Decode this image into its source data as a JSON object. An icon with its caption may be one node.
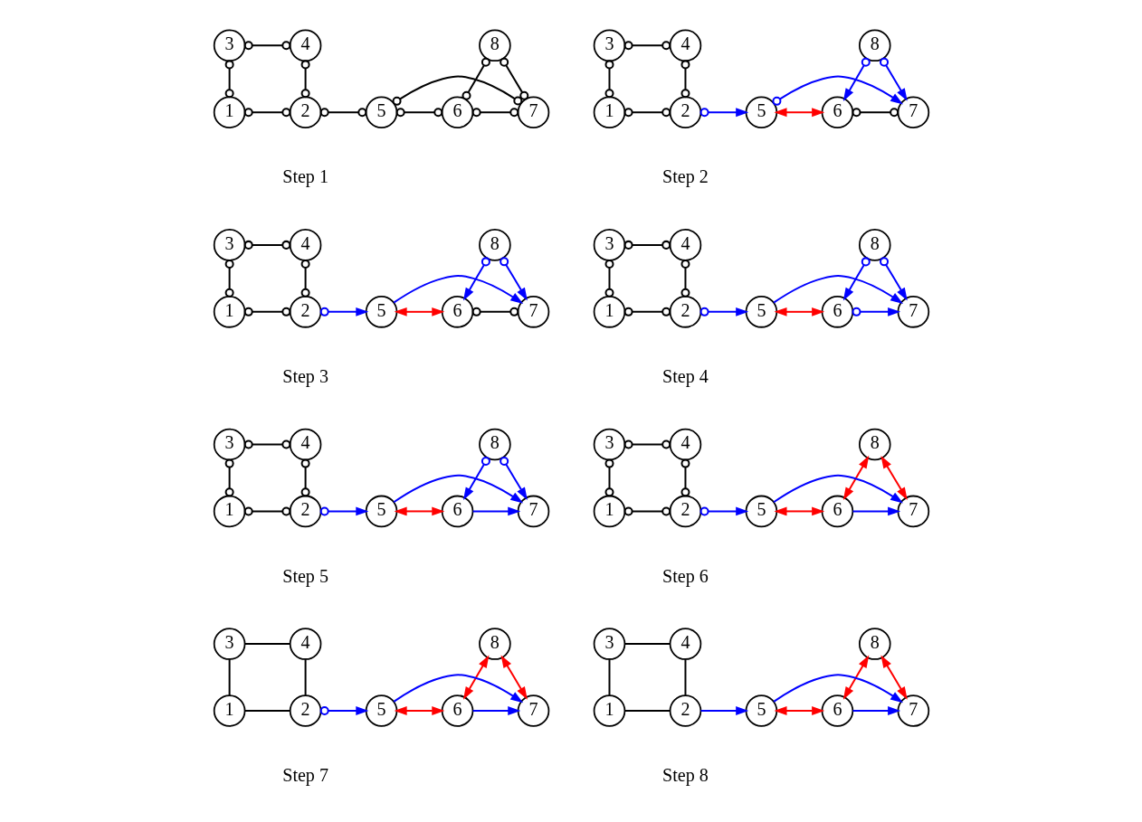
{
  "diagram": {
    "nodes": [
      {
        "text": [
          "3"
        ]
      },
      {
        "text": [
          "4"
        ]
      },
      {
        "text": [
          "8"
        ]
      },
      {
        "text": [
          "1"
        ]
      },
      {
        "text": [
          "2"
        ]
      },
      {
        "text": [
          "5"
        ]
      },
      {
        "text": [
          "6"
        ]
      },
      {
        "text": [
          "7"
        ]
      },
      {
        "text": [
          "3"
        ]
      },
      {
        "text": [
          "4"
        ]
      },
      {
        "text": [
          "8"
        ]
      },
      {
        "text": [
          "1"
        ]
      },
      {
        "text": [
          "2"
        ]
      },
      {
        "text": [
          "5"
        ]
      },
      {
        "text": [
          "6"
        ]
      },
      {
        "text": [
          "7"
        ]
      },
      {
        "text": [
          "3"
        ]
      },
      {
        "text": [
          "4"
        ]
      },
      {
        "text": [
          "8"
        ]
      },
      {
        "text": [
          "1"
        ]
      },
      {
        "text": [
          "2"
        ]
      },
      {
        "text": [
          "5"
        ]
      },
      {
        "text": [
          "6"
        ]
      },
      {
        "text": [
          "7"
        ]
      },
      {
        "text": [
          "3"
        ]
      },
      {
        "text": [
          "4"
        ]
      },
      {
        "text": [
          "8"
        ]
      },
      {
        "text": [
          "1"
        ]
      },
      {
        "text": [
          "2"
        ]
      },
      {
        "text": [
          "5"
        ]
      },
      {
        "text": [
          "6"
        ]
      },
      {
        "text": [
          "7"
        ]
      },
      {
        "text": [
          "3"
        ]
      },
      {
        "text": [
          "4"
        ]
      },
      {
        "text": [
          "8"
        ]
      },
      {
        "text": [
          "1"
        ]
      },
      {
        "text": [
          "2"
        ]
      },
      {
        "text": [
          "5"
        ]
      },
      {
        "text": [
          "6"
        ]
      },
      {
        "text": [
          "7"
        ]
      },
      {
        "text": [
          "3"
        ]
      },
      {
        "text": [
          "4"
        ]
      },
      {
        "text": [
          "8"
        ]
      },
      {
        "text": [
          "1"
        ]
      },
      {
        "text": [
          "2"
        ]
      },
      {
        "text": [
          "5"
        ]
      },
      {
        "text": [
          "6"
        ]
      },
      {
        "text": [
          "7"
        ]
      },
      {
        "text": [
          "3"
        ]
      },
      {
        "text": [
          "4"
        ]
      },
      {
        "text": [
          "8"
        ]
      },
      {
        "text": [
          "1"
        ]
      },
      {
        "text": [
          "2"
        ]
      },
      {
        "text": [
          "5"
        ]
      },
      {
        "text": [
          "6"
        ]
      },
      {
        "text": [
          "7"
        ]
      },
      {
        "text": [
          "3"
        ]
      },
      {
        "text": [
          "4"
        ]
      },
      {
        "text": [
          "8"
        ]
      },
      {
        "text": [
          "1"
        ]
      },
      {
        "text": [
          "2"
        ]
      },
      {
        "text": [
          "5"
        ]
      },
      {
        "text": [
          "6"
        ]
      },
      {
        "text": [
          "7"
        ]
      }
    ],
    "edges": [
      {
        "from": 0,
        "to": 1,
        "arrow": "other"
      },
      {
        "from": 0,
        "to": 3,
        "arrow": "other"
      },
      {
        "from": 1,
        "to": 4,
        "arrow": "other"
      },
      {
        "from": 3,
        "to": 4,
        "arrow": "other"
      },
      {
        "from": 4,
        "to": 5,
        "arrow": "other"
      },
      {
        "from": 5,
        "to": 6,
        "arrow": "other"
      },
      {
        "from": 6,
        "to": 7,
        "arrow": "other"
      },
      {
        "from": 5,
        "to": 7,
        "arrow": "other"
      },
      {
        "from": 2,
        "to": 6,
        "arrow": "other"
      },
      {
        "from": 2,
        "to": 7,
        "arrow": "other"
      },
      {
        "from": 8,
        "to": 9,
        "arrow": "other"
      },
      {
        "from": 8,
        "to": 11,
        "arrow": "other"
      },
      {
        "from": 9,
        "to": 12,
        "arrow": "other"
      },
      {
        "from": 11,
        "to": 12,
        "arrow": "other"
      },
      {
        "from": 12,
        "to": 13,
        "arrow": "to",
        "color": "#0000ff"
      },
      {
        "from": 13,
        "to": 14,
        "arrow": "both",
        "color": "#ff0000"
      },
      {
        "from": 14,
        "to": 15,
        "arrow": "other"
      },
      {
        "from": 13,
        "to": 15,
        "arrow": "to",
        "color": "#0000ff"
      },
      {
        "from": 10,
        "to": 14,
        "arrow": "to",
        "color": "#0000ff"
      },
      {
        "from": 10,
        "to": 15,
        "arrow": "to",
        "color": "#0000ff"
      },
      {
        "from": 16,
        "to": 17,
        "arrow": "other"
      },
      {
        "from": 16,
        "to": 19,
        "arrow": "other"
      },
      {
        "from": 17,
        "to": 20,
        "arrow": "other"
      },
      {
        "from": 19,
        "to": 20,
        "arrow": "other"
      },
      {
        "from": 20,
        "to": 21,
        "arrow": "to",
        "color": "#0000ff"
      },
      {
        "from": 21,
        "to": 22,
        "arrow": "both",
        "color": "#ff0000"
      },
      {
        "from": 22,
        "to": 23,
        "arrow": "other"
      },
      {
        "from": 21,
        "to": 23,
        "arrow": "to",
        "color": "#0000ff"
      },
      {
        "from": 18,
        "to": 22,
        "arrow": "to",
        "color": "#0000ff"
      },
      {
        "from": 18,
        "to": 23,
        "arrow": "to",
        "color": "#0000ff"
      },
      {
        "from": 24,
        "to": 25,
        "arrow": "other"
      },
      {
        "from": 24,
        "to": 27,
        "arrow": "other"
      },
      {
        "from": 25,
        "to": 28,
        "arrow": "other"
      },
      {
        "from": 27,
        "to": 28,
        "arrow": "other"
      },
      {
        "from": 28,
        "to": 29,
        "arrow": "to",
        "color": "#0000ff"
      },
      {
        "from": 29,
        "to": 30,
        "arrow": "both",
        "color": "#ff0000"
      },
      {
        "from": 30,
        "to": 31,
        "arrow": "to",
        "color": "#0000ff"
      },
      {
        "from": 29,
        "to": 31,
        "arrow": "to",
        "color": "#0000ff"
      },
      {
        "from": 26,
        "to": 30,
        "arrow": "to",
        "color": "#0000ff"
      },
      {
        "from": 26,
        "to": 31,
        "arrow": "to",
        "color": "#0000ff"
      },
      {
        "from": 32,
        "to": 33,
        "arrow": "other"
      },
      {
        "from": 32,
        "to": 35,
        "arrow": "other"
      },
      {
        "from": 33,
        "to": 36,
        "arrow": "other"
      },
      {
        "from": 35,
        "to": 36,
        "arrow": "other"
      },
      {
        "from": 36,
        "to": 37,
        "arrow": "to",
        "color": "#0000ff"
      },
      {
        "from": 37,
        "to": 38,
        "arrow": "both",
        "color": "#ff0000"
      },
      {
        "from": 38,
        "to": 39,
        "arrow": "to",
        "color": "#0000ff"
      },
      {
        "from": 37,
        "to": 39,
        "arrow": "to",
        "color": "#0000ff"
      },
      {
        "from": 34,
        "to": 38,
        "arrow": "to",
        "color": "#0000ff"
      },
      {
        "from": 34,
        "to": 39,
        "arrow": "to",
        "color": "#0000ff"
      },
      {
        "from": 40,
        "to": 41,
        "arrow": "other"
      },
      {
        "from": 40,
        "to": 43,
        "arrow": "other"
      },
      {
        "from": 41,
        "to": 44,
        "arrow": "other"
      },
      {
        "from": 43,
        "to": 44,
        "arrow": "other"
      },
      {
        "from": 44,
        "to": 45,
        "arrow": "to",
        "color": "#0000ff"
      },
      {
        "from": 45,
        "to": 46,
        "arrow": "both",
        "color": "#ff0000"
      },
      {
        "from": 46,
        "to": 47,
        "arrow": "to",
        "color": "#0000ff"
      },
      {
        "from": 45,
        "to": 47,
        "arrow": "to",
        "color": "#0000ff"
      },
      {
        "from": 42,
        "to": 46,
        "arrow": "both",
        "color": "#ff0000"
      },
      {
        "from": 42,
        "to": 47,
        "arrow": "both",
        "color": "#ff0000"
      },
      {
        "from": 48,
        "to": 49,
        "arrow": "none"
      },
      {
        "from": 48,
        "to": 51,
        "arrow": "none"
      },
      {
        "from": 49,
        "to": 52,
        "arrow": "none"
      },
      {
        "from": 51,
        "to": 52,
        "arrow": "none"
      },
      {
        "from": 52,
        "to": 53,
        "arrow": "to",
        "color": "#0000ff"
      },
      {
        "from": 53,
        "to": 54,
        "arrow": "both",
        "color": "#ff0000"
      },
      {
        "from": 54,
        "to": 55,
        "arrow": "to",
        "color": "#0000ff"
      },
      {
        "from": 53,
        "to": 55,
        "arrow": "to",
        "color": "#0000ff"
      },
      {
        "from": 50,
        "to": 54,
        "arrow": "both",
        "color": "#ff0000"
      },
      {
        "from": 50,
        "to": 55,
        "arrow": "both",
        "color": "#ff0000"
      },
      {
        "from": 56,
        "to": 57,
        "arrow": "none"
      },
      {
        "from": 56,
        "to": 59,
        "arrow": "none"
      },
      {
        "from": 57,
        "to": 60,
        "arrow": "none"
      },
      {
        "from": 59,
        "to": 60,
        "arrow": "none"
      },
      {
        "from": 60,
        "to": 61,
        "arrow": "to",
        "color": "#0000ff"
      },
      {
        "from": 61,
        "to": 62,
        "arrow": "both",
        "color": "#ff0000"
      },
      {
        "from": 62,
        "to": 63,
        "arrow": "to",
        "color": "#0000ff"
      },
      {
        "from": 61,
        "to": 63,
        "arrow": "to",
        "color": "#0000ff"
      },
      {
        "from": 58,
        "to": 62,
        "arrow": "both",
        "color": "#ff0000"
      },
      {
        "from": 58,
        "to": 63,
        "arrow": "both",
        "color": "#ff0000"
      }
    ],
    "labels": [
      "Step 1",
      "Step 2",
      "Step 3",
      "Step 4",
      "Step 5",
      "Step 6",
      "Step 7",
      "Step 8"
    ]
  }
}
